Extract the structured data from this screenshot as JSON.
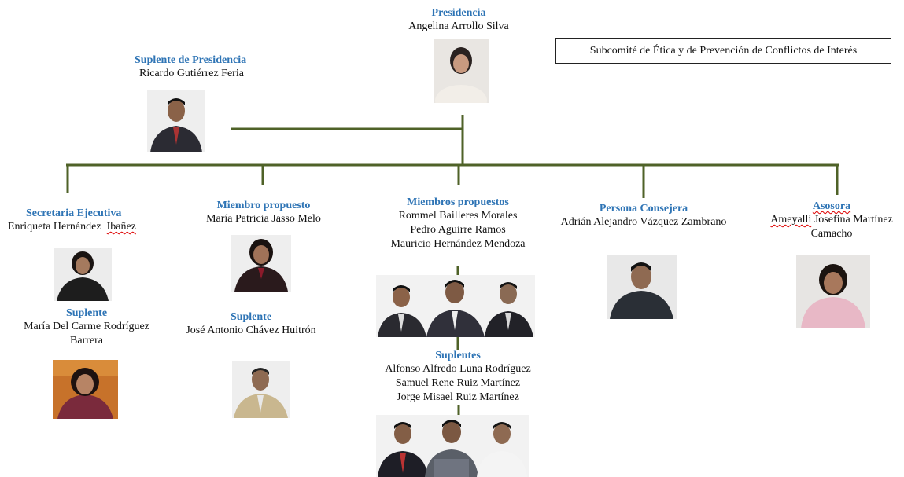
{
  "title": "Subcomité de Ética y de Prevención de Conflictos de Interés",
  "presidencia": {
    "role": "Presidencia",
    "name": "Angelina Arrollo Silva"
  },
  "suplente_presidencia": {
    "role": "Suplente de Presidencia",
    "name": "Ricardo Gutiérrez Feria"
  },
  "secretaria": {
    "role": "Secretaria Ejecutiva",
    "name_a": "Enriqueta Hernández",
    "name_b": "Ibañez"
  },
  "secretaria_suplente": {
    "role": "Suplente",
    "name_line1": "María Del Carme Rodríguez",
    "name_line2": "Barrera"
  },
  "miembro": {
    "role": "Miembro propuesto",
    "name": "María Patricia Jasso Melo"
  },
  "miembro_suplente": {
    "role": "Suplente",
    "name": "José Antonio Chávez Huitrón"
  },
  "miembros": {
    "role": "Miembros propuestos",
    "names": [
      "Rommel Bailleres Morales",
      "Pedro Aguirre Ramos",
      "Mauricio Hernández Mendoza"
    ]
  },
  "miembros_suplentes": {
    "role": "Suplentes",
    "names": [
      "Alfonso Alfredo Luna Rodríguez",
      "Samuel Rene Ruiz Martínez",
      "Jorge Misael Ruiz Martínez"
    ]
  },
  "consejera": {
    "role": "Persona Consejera",
    "name": "Adrián Alejandro Vázquez Zambrano"
  },
  "asesora": {
    "role": "Asosora",
    "name_a": "Ameyalli",
    "name_b": " Josefina Martínez",
    "name_line2": "Camacho"
  },
  "colors": {
    "line": "#4f6228",
    "role": "#2e74b5"
  }
}
